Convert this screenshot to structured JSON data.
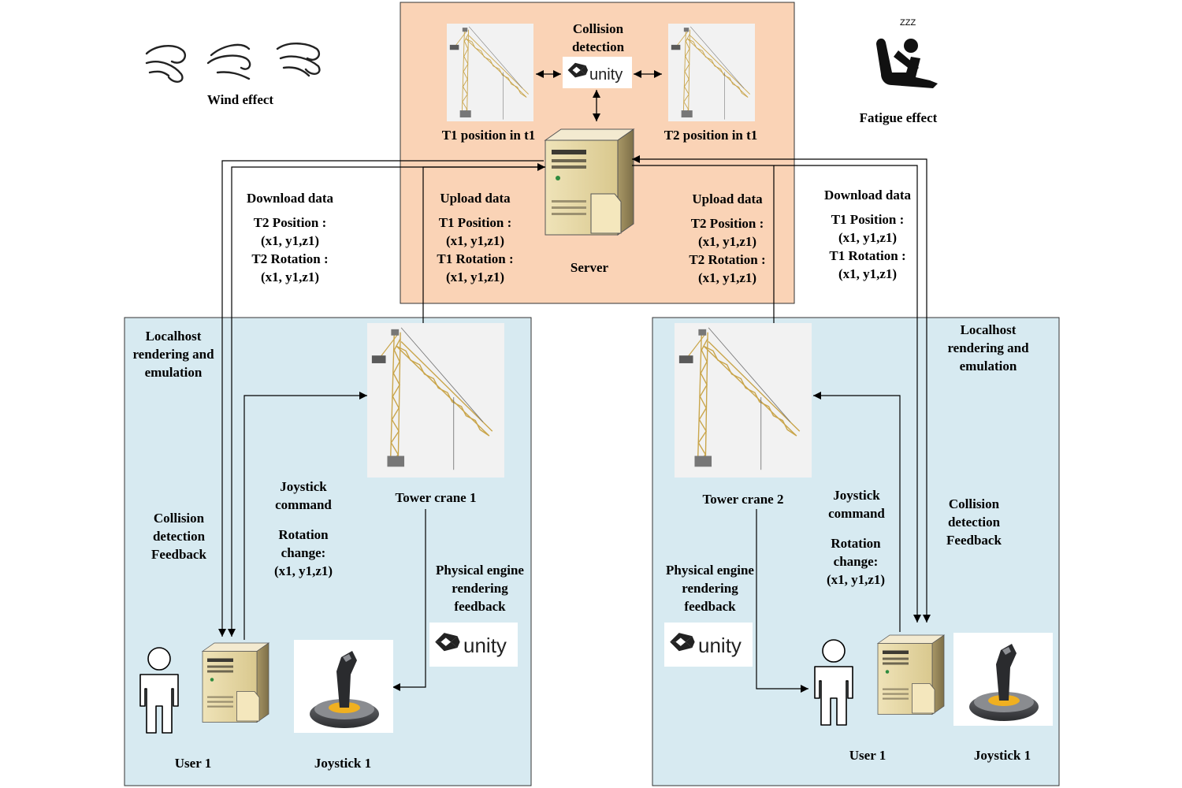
{
  "colors": {
    "server_panel": "#fad3b6",
    "client_panel": "#d7eaf1",
    "crane": "#c9a54a",
    "line": "#000000"
  },
  "icons": {
    "wind": "wind-swirl-icon",
    "fatigue": "sleeping-seated-person-icon",
    "engine": "unity-logo-icon",
    "server": "server-tower-icon",
    "user": "user-outline-icon",
    "joystick": "joystick-icon",
    "crane": "tower-crane-icon"
  },
  "top": {
    "wind_label": "Wind effect",
    "fatigue_label": "Fatigue effect",
    "fatigue_zzz": "ZZZ",
    "collision_detection": [
      "Collision",
      "detection"
    ],
    "engine_name": "unity",
    "t1_caption": "T1 position in t1",
    "t2_caption": "T2 position in t1",
    "server_label": "Server"
  },
  "left_download": {
    "title": "Download data",
    "lines": [
      "T2 Position :",
      "(x1, y1,z1)",
      "T2 Rotation :",
      "(x1, y1,z1)"
    ]
  },
  "left_upload": {
    "title": "Upload data",
    "lines": [
      "T1 Position :",
      "(x1, y1,z1)",
      "T1 Rotation :",
      "(x1, y1,z1)"
    ]
  },
  "right_upload": {
    "title": "Upload data",
    "lines": [
      "T2 Position :",
      "(x1, y1,z1)",
      "T2 Rotation :",
      "(x1, y1,z1)"
    ]
  },
  "right_download": {
    "title": "Download data",
    "lines": [
      "T1 Position :",
      "(x1, y1,z1)",
      "T1 Rotation :",
      "(x1, y1,z1)"
    ]
  },
  "client1": {
    "localhost": [
      "Localhost",
      "rendering and",
      "emulation"
    ],
    "collision": [
      "Collision",
      "detection",
      "Feedback"
    ],
    "joystick_cmd": [
      "Joystick",
      "command"
    ],
    "rotation": [
      "Rotation",
      "change:",
      "(x1, y1,z1)"
    ],
    "crane_label": "Tower crane 1",
    "physics": [
      "Physical engine",
      "rendering",
      "feedback"
    ],
    "user_label": "User 1",
    "joystick_label": "Joystick 1"
  },
  "client2": {
    "localhost": [
      "Localhost",
      "rendering and",
      "emulation"
    ],
    "collision": [
      "Collision",
      "detection",
      "Feedback"
    ],
    "joystick_cmd": [
      "Joystick",
      "command"
    ],
    "rotation": [
      "Rotation",
      "change:",
      "(x1, y1,z1)"
    ],
    "crane_label": "Tower crane 2",
    "physics": [
      "Physical engine",
      "rendering",
      "feedback"
    ],
    "user_label": "User 1",
    "joystick_label": "Joystick 1"
  }
}
